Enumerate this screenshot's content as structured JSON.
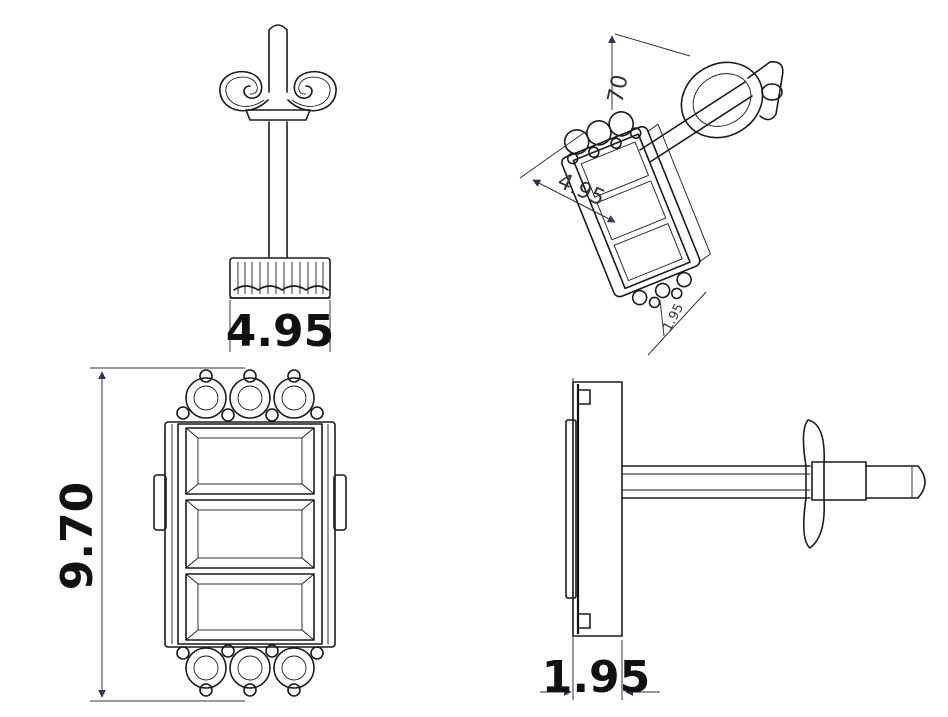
{
  "views": {
    "top": {
      "width_label": "4.95"
    },
    "front": {
      "height_label": "9.70"
    },
    "side": {
      "depth_label": "1.95"
    },
    "iso": {
      "height_label": "70",
      "width_label": "4.95",
      "depth_label": "1.95"
    }
  },
  "colors": {
    "line": "#1a1a1a",
    "arrow": "#2b3266",
    "iso_text": "#333344"
  }
}
